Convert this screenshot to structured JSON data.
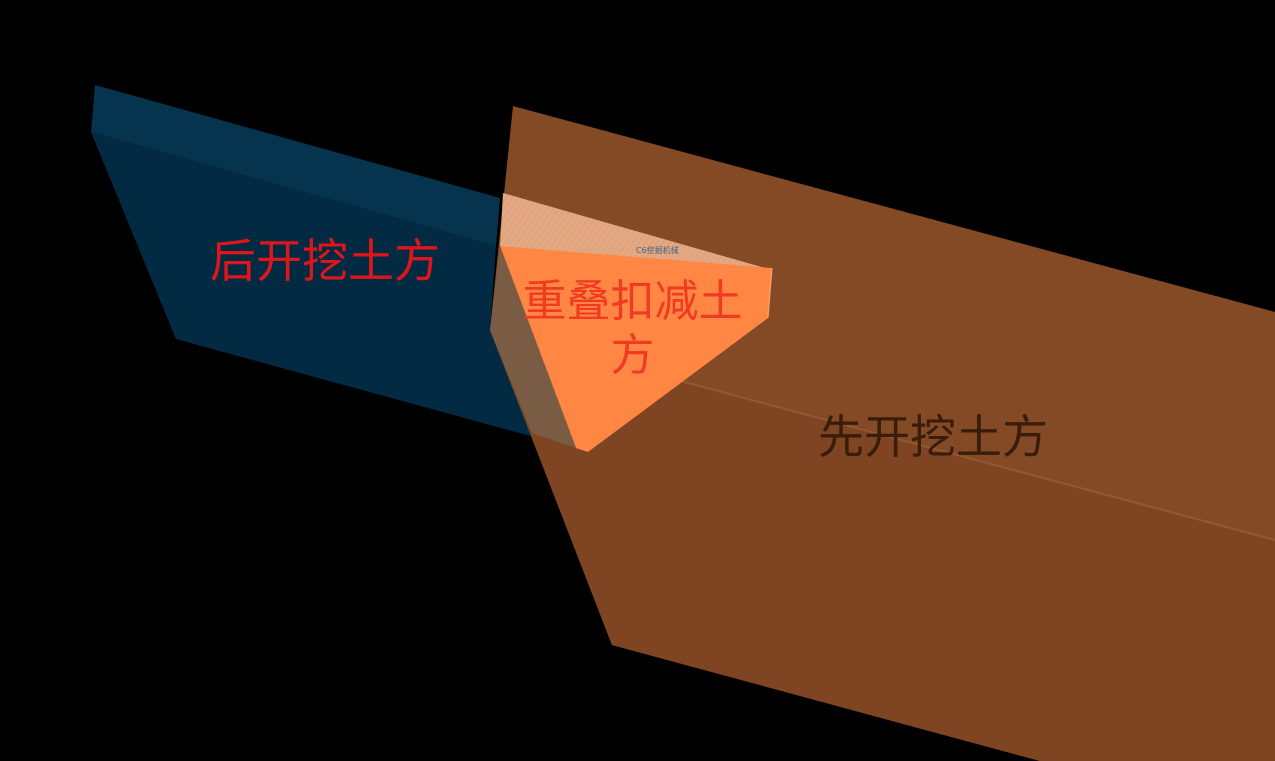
{
  "scene": {
    "later_excavation": {
      "label": "后开挖土方",
      "color": "#e0151c"
    },
    "earlier_excavation": {
      "label": "先开挖土方",
      "color": "#3a1c0a"
    },
    "overlap_deduction": {
      "label": "重叠扣减土方",
      "color": "#f03a22"
    },
    "faint_label": "C6挖掘机械"
  },
  "colors": {
    "background": "#000000",
    "blue_volume": "#042b44",
    "orange_volume": "#844a26",
    "overlap_volume": "#ff8a47"
  }
}
